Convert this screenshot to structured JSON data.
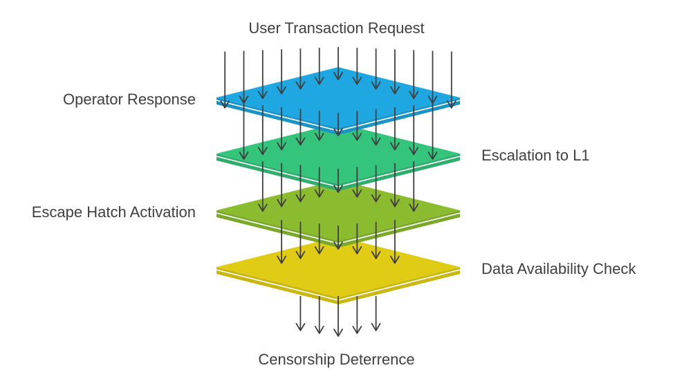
{
  "diagram": {
    "top_label": "User Transaction Request",
    "bottom_label": "Censorship Deterrence",
    "layers": [
      {
        "label": "Operator Response",
        "side": "left",
        "color": "#1ea7e0",
        "edge_color": "#1a94c7"
      },
      {
        "label": "Escalation to L1",
        "side": "right",
        "color": "#35c47c",
        "edge_color": "#2eae6d"
      },
      {
        "label": "Escape Hatch Activation",
        "side": "left",
        "color": "#8bbb2f",
        "edge_color": "#7aa828"
      },
      {
        "label": "Data Availability Check",
        "side": "right",
        "color": "#e0cc14",
        "edge_color": "#c9b70f"
      }
    ],
    "arrow_color": "#3f3f3f"
  }
}
